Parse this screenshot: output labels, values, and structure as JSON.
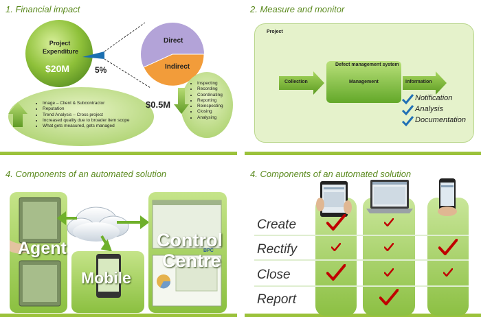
{
  "panel1": {
    "title": "1. Financial impact",
    "project_expenditure": "Project Expenditure",
    "amount": "$20M",
    "percent": "5%",
    "direct": "Direct",
    "indirect": "Indirect",
    "indirect_amount": "$0.5M",
    "indirect_items": [
      "Inspecting",
      "Recording",
      "Coordinating",
      "Reporting",
      "Reinspecting",
      "Closing",
      "Analysing"
    ],
    "impact_items": [
      "Image – Client & Subcontractor",
      "Reputation",
      "Trend Analysis – Cross project",
      "Increased quality due to broader item scope",
      "What gets measured, gets managed"
    ]
  },
  "panel2": {
    "title": "2. Measure and monitor",
    "project": "Project",
    "system_label": "Defect management system",
    "collection": "Collection",
    "management": "Management",
    "information": "Information",
    "outputs": [
      "Notification",
      "Analysis",
      "Documentation"
    ]
  },
  "panel3": {
    "title": "4. Components of an automated solution",
    "agent": "Agent",
    "mobile": "Mobile",
    "control_centre_1": "Control",
    "control_centre_2": "Centre",
    "bpc": "BPC"
  },
  "panel4": {
    "title": "4. Components of an automated solution",
    "rows": [
      "Create",
      "Rectify",
      "Close",
      "Report"
    ]
  },
  "colors": {
    "accent_green": "#9bc23b",
    "title_green": "#5b8a1e",
    "check_red": "#c00000",
    "check_blue": "#1f6fb5"
  }
}
